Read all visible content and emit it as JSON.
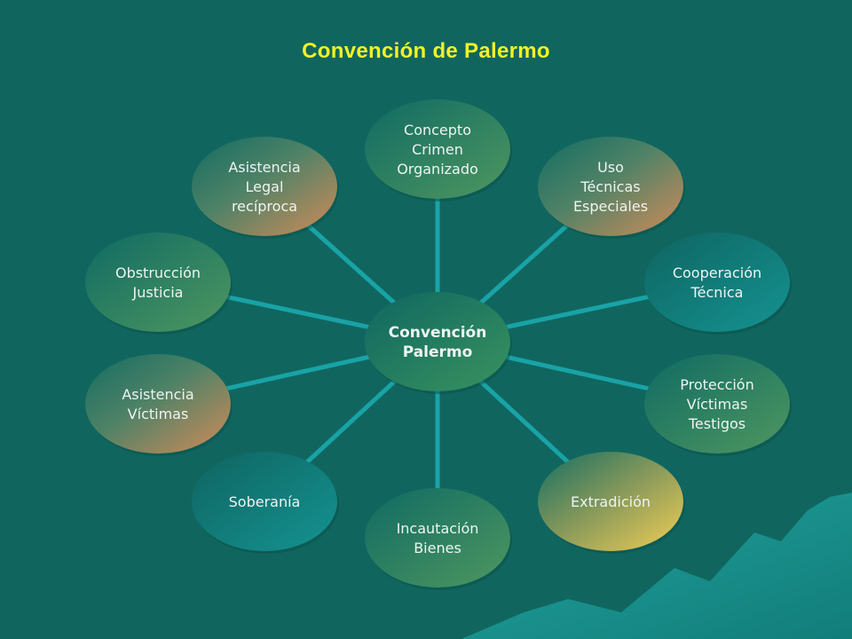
{
  "title": "Convención de Palermo",
  "center": {
    "lines": [
      "Convención",
      "Palermo"
    ]
  },
  "nodes": [
    {
      "id": "concepto",
      "lines": [
        "Concepto",
        "Crimen",
        "Organizado"
      ],
      "style": "green"
    },
    {
      "id": "uso",
      "lines": [
        "Uso",
        "Técnicas",
        "Especiales"
      ],
      "style": "orange"
    },
    {
      "id": "cooperacion",
      "lines": [
        "Cooperación",
        "Técnica"
      ],
      "style": "teal"
    },
    {
      "id": "proteccion",
      "lines": [
        "Protección",
        "Víctimas",
        "Testigos"
      ],
      "style": "green"
    },
    {
      "id": "extradicion",
      "lines": [
        "Extradición"
      ],
      "style": "gold"
    },
    {
      "id": "incautacion",
      "lines": [
        "Incautación",
        "Bienes"
      ],
      "style": "green"
    },
    {
      "id": "soberania",
      "lines": [
        "Soberanía"
      ],
      "style": "teal"
    },
    {
      "id": "asistencia-victimas",
      "lines": [
        "Asistencia",
        "Víctimas"
      ],
      "style": "orange"
    },
    {
      "id": "obstruccion",
      "lines": [
        "Obstrucción",
        "Justicia"
      ],
      "style": "green"
    },
    {
      "id": "asistencia-legal",
      "lines": [
        "Asistencia",
        "Legal",
        "recíproca"
      ],
      "style": "orange"
    }
  ],
  "colors": {
    "background": "#10665f",
    "title": "#f2f227",
    "connector": "#19a3a6",
    "text": "#eef4f2"
  }
}
